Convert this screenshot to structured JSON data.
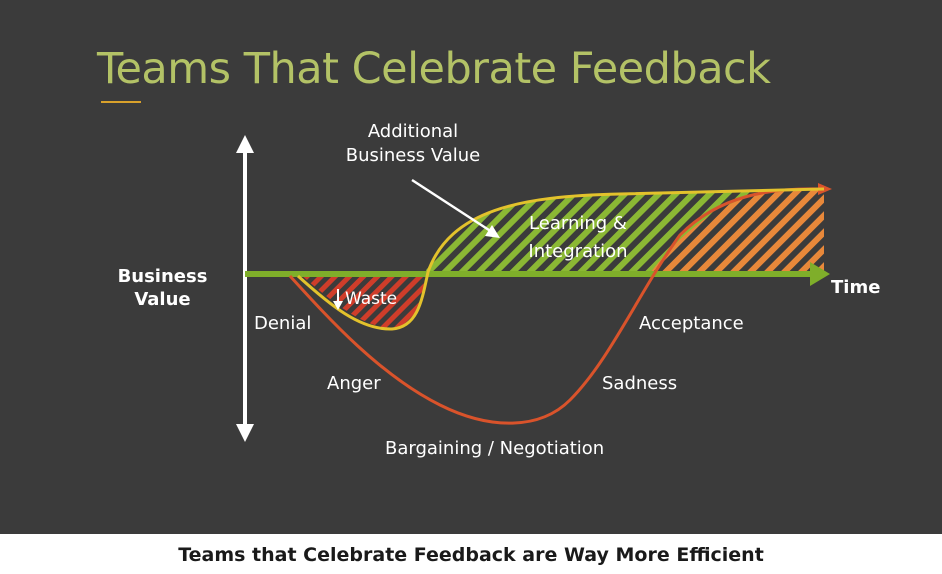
{
  "slide": {
    "title": "Teams That Celebrate Feedback",
    "y_axis_label": "Business Value",
    "x_axis_label": "Time",
    "annotations": {
      "additional_value": "Additional Business Value",
      "learning": "Learning & Integration",
      "waste": "Waste"
    },
    "stages": [
      "Denial",
      "Anger",
      "Bargaining / Negotiation",
      "Sadness",
      "Acceptance"
    ]
  },
  "caption": "Teams that Celebrate Feedback are Way More Efficient",
  "colors": {
    "background": "#3b3b3b",
    "title": "#b3c266",
    "axis_green": "#7fae2a",
    "curve_red": "#d9532b",
    "curve_yellow": "#e3c22c",
    "hatch_green": "#8bb834",
    "hatch_orange": "#e8883a",
    "hatch_red": "#cf3d2a"
  }
}
